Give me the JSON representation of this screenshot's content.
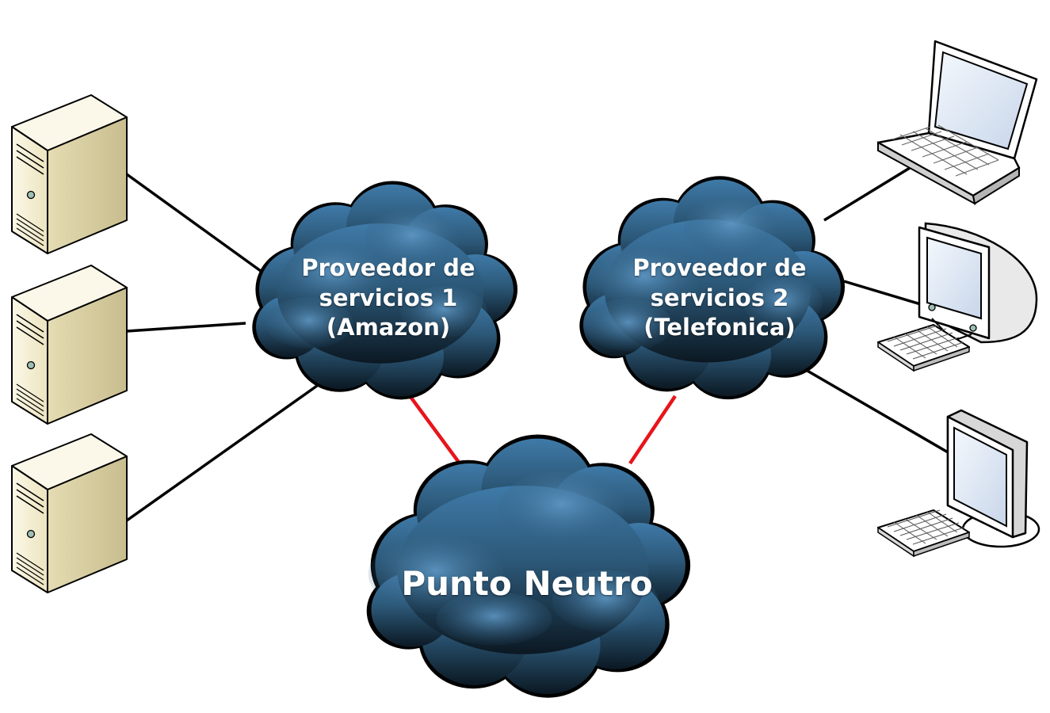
{
  "diagram": {
    "clouds": {
      "provider1": {
        "label": "Proveedor de\nservicios 1\n(Amazon)"
      },
      "provider2": {
        "label": "Proveedor de\nservicios 2\n(Telefonica)"
      },
      "neutral_point": {
        "label": "Punto Neutro"
      }
    },
    "colors": {
      "cloud_light": "#4d86b4",
      "cloud_mid": "#2c5878",
      "cloud_dark": "#0b1822",
      "cloud_outline": "#000000",
      "link_normal": "#000000",
      "link_interconnect": "#e8141b",
      "server_fill": "#f5f0d8",
      "server_side": "#d8d0a8",
      "screen": "#dde6f2"
    },
    "nodes": {
      "servers": [
        "server-icon",
        "server-icon",
        "server-icon"
      ],
      "clients": [
        "laptop-icon",
        "crt-monitor-icon",
        "lcd-monitor-icon"
      ]
    }
  }
}
